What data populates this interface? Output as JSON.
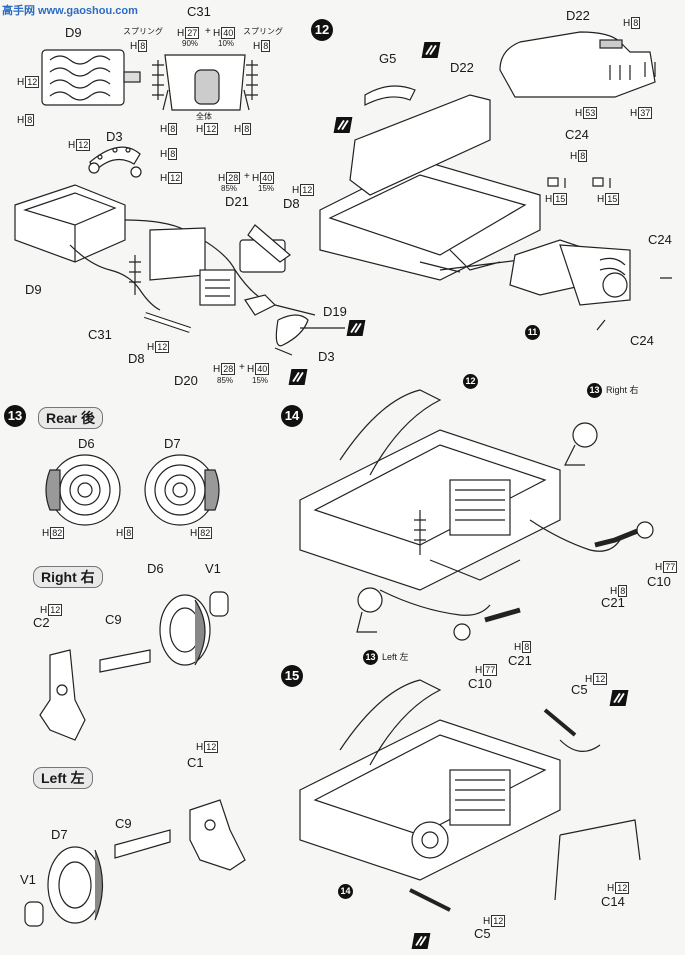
{
  "watermark": "高手网 www.gaoshou.com",
  "steps": {
    "s11": "11",
    "s12": "12",
    "s13": "13",
    "s14": "14",
    "s15": "15"
  },
  "sub": {
    "left_tag": "Left 左",
    "right_tag": "Right 右"
  },
  "headers": {
    "rear": "Rear 後",
    "right": "Right 右",
    "left": "Left 左"
  },
  "parts": {
    "D9_top": "D9",
    "C31_top": "C31",
    "D3_top": "D3",
    "D21": "D21",
    "D8_a": "D8",
    "D9_b": "D9",
    "C31_b": "C31",
    "D8_b": "D8",
    "D20": "D20",
    "D19": "D19",
    "D3_b": "D3",
    "G5": "G5",
    "D22_a": "D22",
    "D22_b": "D22",
    "C24_a": "C24",
    "C24_b": "C24",
    "C24_c": "C24",
    "D6_a": "D6",
    "D7_a": "D7",
    "D6_b": "D6",
    "V1_a": "V1",
    "C2": "C2",
    "C9_a": "C9",
    "C1": "C1",
    "C9_b": "C9",
    "D7_b": "D7",
    "V1_b": "V1",
    "C10_a": "C10",
    "C21_a": "C21",
    "C21_b": "C21",
    "C10_b": "C10",
    "C5_a": "C5",
    "C14": "C14",
    "C5_b": "C5"
  },
  "jp": {
    "spring": "スプリング",
    "zentai": "全体"
  },
  "paint": {
    "p90": "90%",
    "p10": "10%",
    "p85a": "85%",
    "p15a": "15%",
    "p85b": "85%",
    "p15b": "15%",
    "plus": "+",
    "H": "H",
    "c8": "8",
    "c12": "12",
    "c27": "27",
    "c40": "40",
    "c28": "28",
    "c15": "15",
    "c53": "53",
    "c37": "37",
    "c82": "82",
    "c77": "77"
  }
}
